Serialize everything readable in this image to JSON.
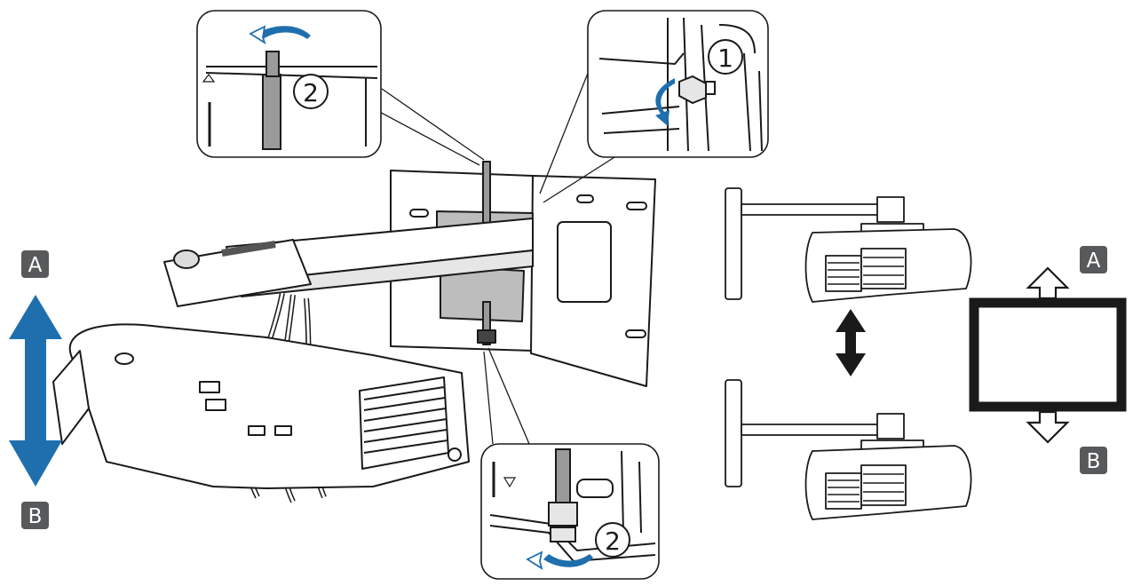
{
  "colors": {
    "accent_blue": "#1f6fae",
    "light_blue": "#7fb4df",
    "label_bg": "#58595b",
    "label_text": "#ffffff",
    "line": "#1a1a1a",
    "gray_panel": "#bdbdbd"
  },
  "labels": {
    "dir_a": "A",
    "dir_b": "B",
    "step_1": "①",
    "step_2": "②"
  },
  "icons": {
    "vertical_arrow": "double-headed-arrow-icon",
    "rotate_arrow": "curved-rotate-arrow-icon",
    "screen_up": "up-outline-arrow-icon",
    "screen_down": "down-outline-arrow-icon"
  }
}
